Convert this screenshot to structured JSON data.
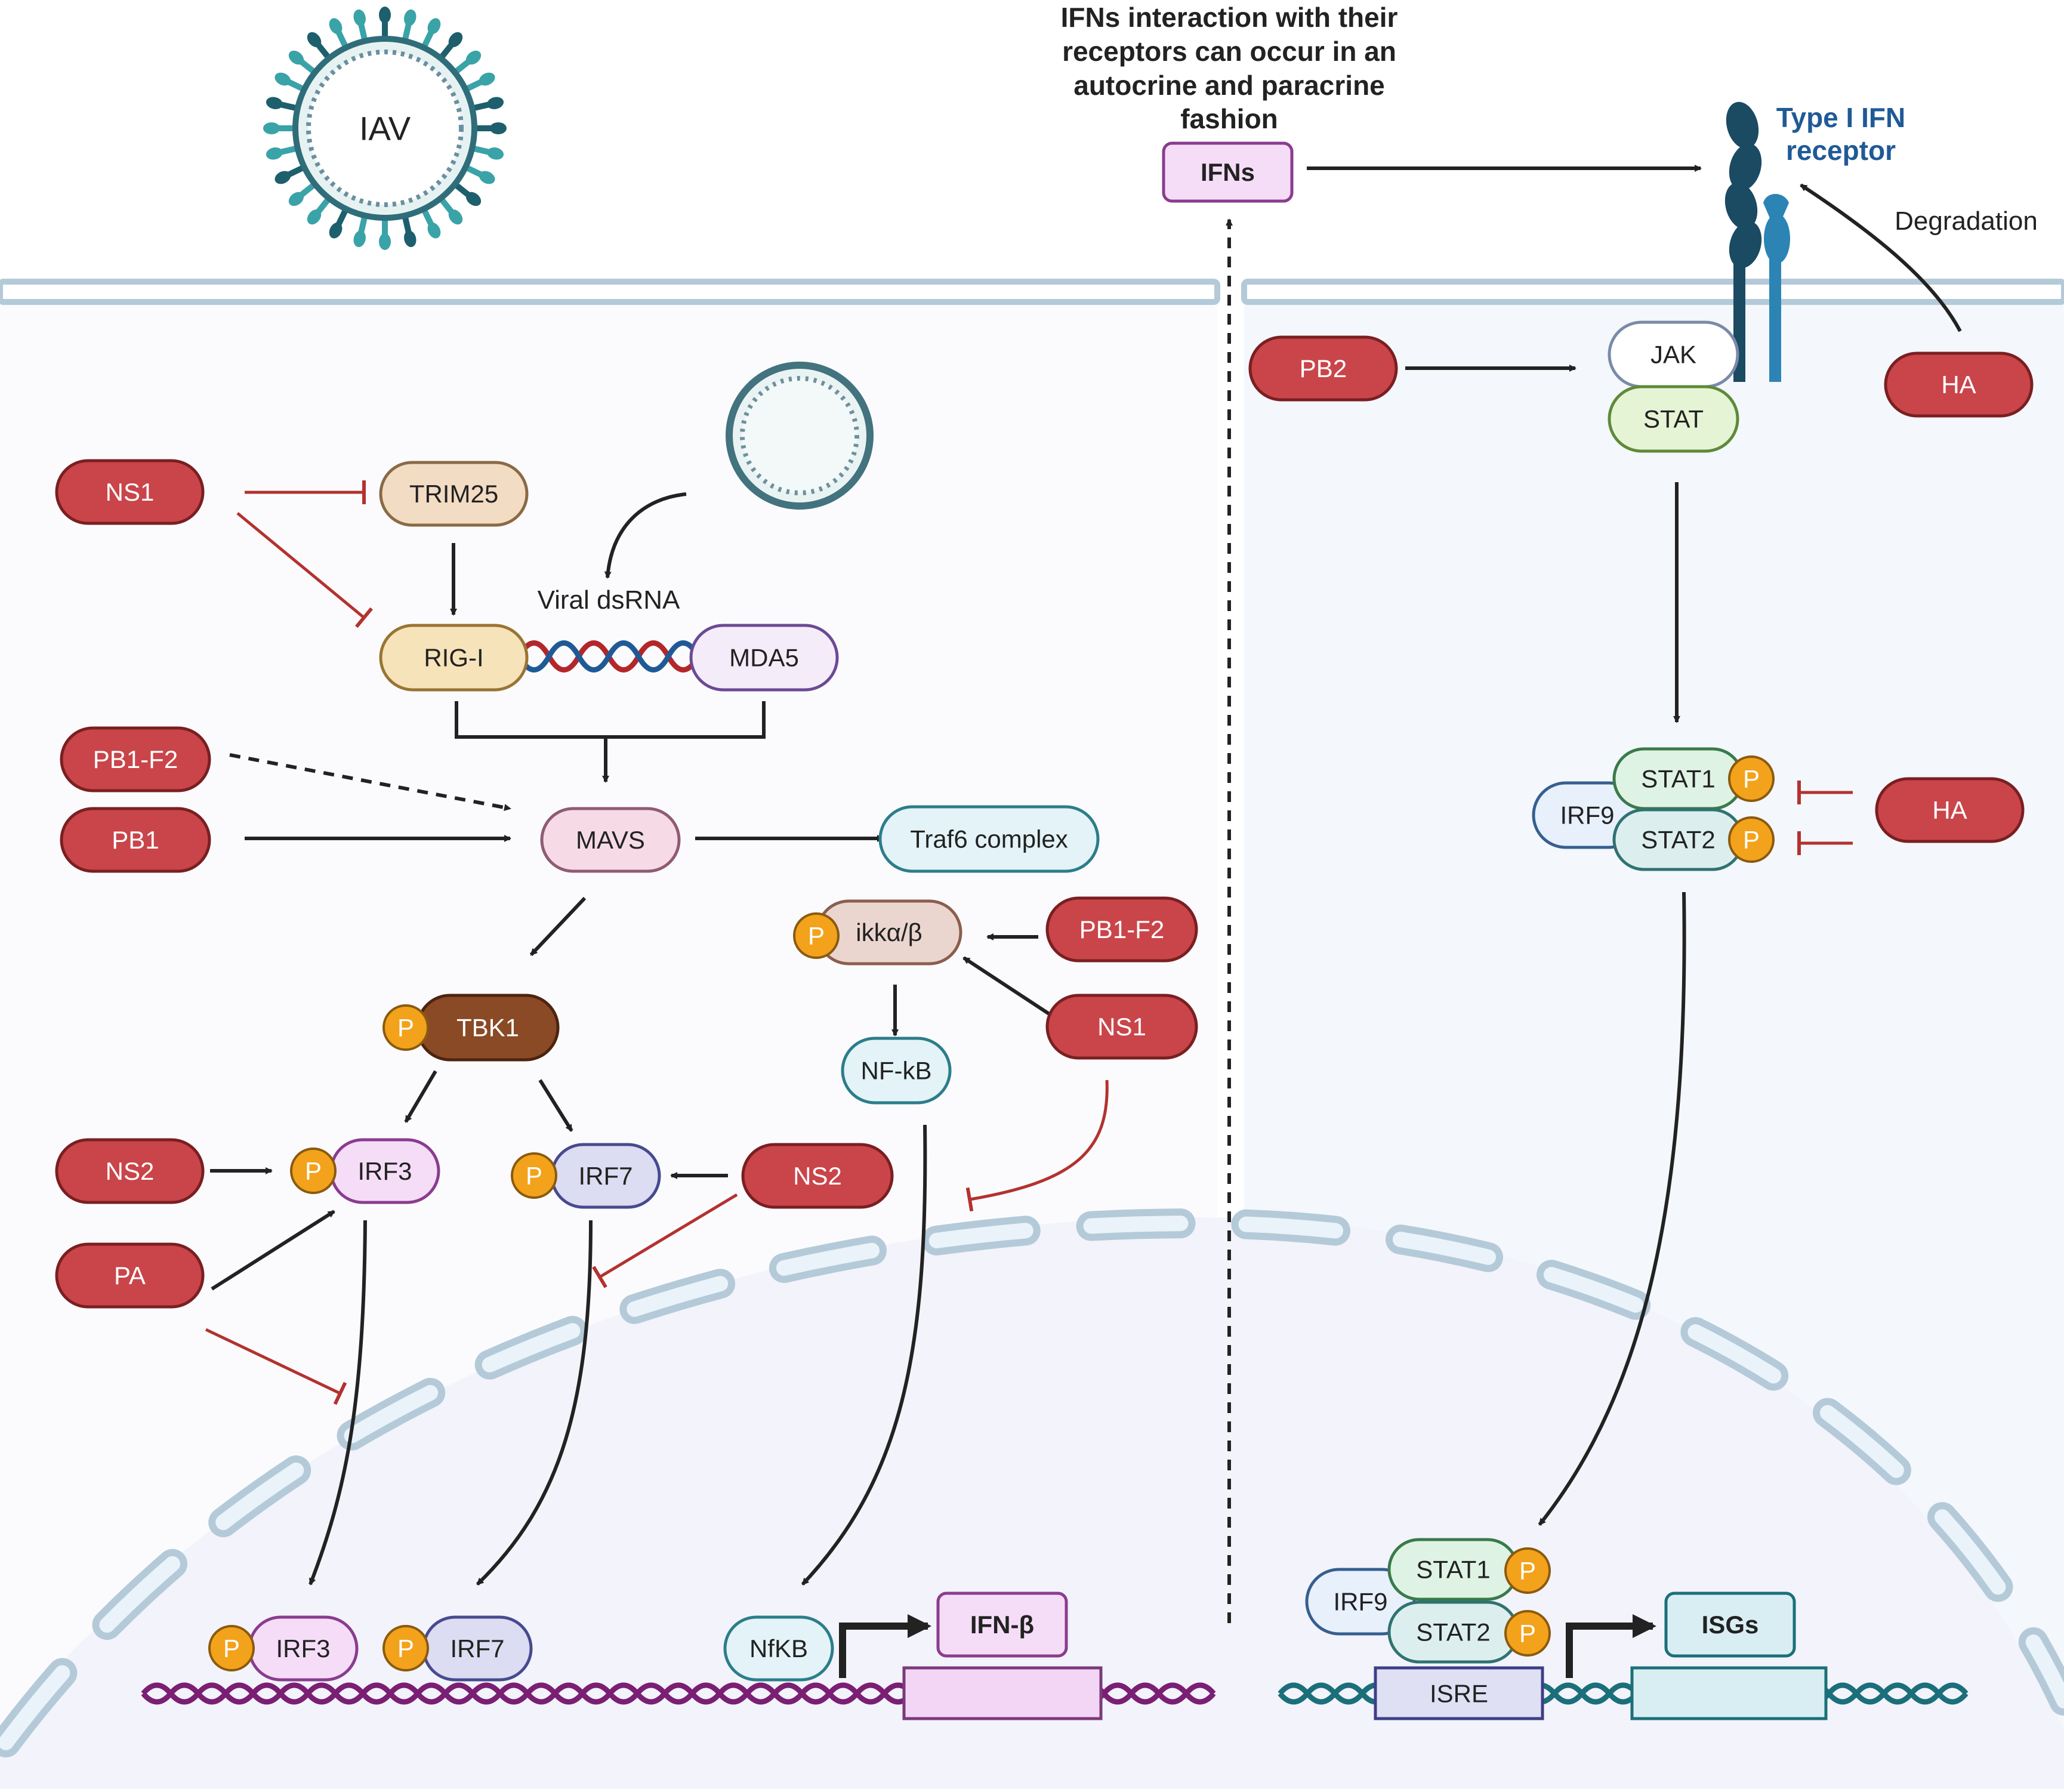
{
  "virus": {
    "label": "IAV"
  },
  "viral_rna": {
    "label": "Viral dsRNA"
  },
  "note_lines": [
    "IFNs  interaction with their",
    "receptors can occur in an",
    "autocrine and paracrine",
    "fashion"
  ],
  "receptor": {
    "line1": "Type I IFN",
    "line2": "receptor",
    "color": "#1f5a96"
  },
  "degradation": "Degradation",
  "phospho": "P",
  "nodes": {
    "ifns": "IFNs",
    "ns1_a": "NS1",
    "trim25": "TRIM25",
    "rigi": "RIG-I",
    "mda5": "MDA5",
    "pb1f2_a": "PB1-F2",
    "pb1": "PB1",
    "mavs": "MAVS",
    "traf6": "Traf6 complex",
    "ikk": "ikkα/β",
    "pb1f2_b": "PB1-F2",
    "ns1_b": "NS1",
    "nfkb_cyto": "NF-kB",
    "tbk1": "TBK1",
    "ns2_a": "NS2",
    "irf3": "IRF3",
    "irf7": "IRF7",
    "ns2_b": "NS2",
    "pa": "PA",
    "irf3_nuc": "IRF3",
    "irf7_nuc": "IRF7",
    "nfkb_nuc": "NfKB",
    "ifnb": "IFN-β",
    "pb2": "PB2",
    "jak": "JAK",
    "stat": "STAT",
    "ha_a": "HA",
    "irf9": "IRF9",
    "stat1": "STAT1",
    "stat2": "STAT2",
    "ha_b": "HA",
    "irf9_nuc": "IRF9",
    "stat1_nuc": "STAT1",
    "stat2_nuc": "STAT2",
    "isre": "ISRE",
    "isgs": "ISGs"
  },
  "colors": {
    "viral_protein": "#c9454a",
    "inhibit": "#b3322f",
    "phospho": "#f3a21b",
    "membrane": "#b4cad8",
    "dna_left": "#7a1f73",
    "dna_right": "#1b6f7a"
  }
}
